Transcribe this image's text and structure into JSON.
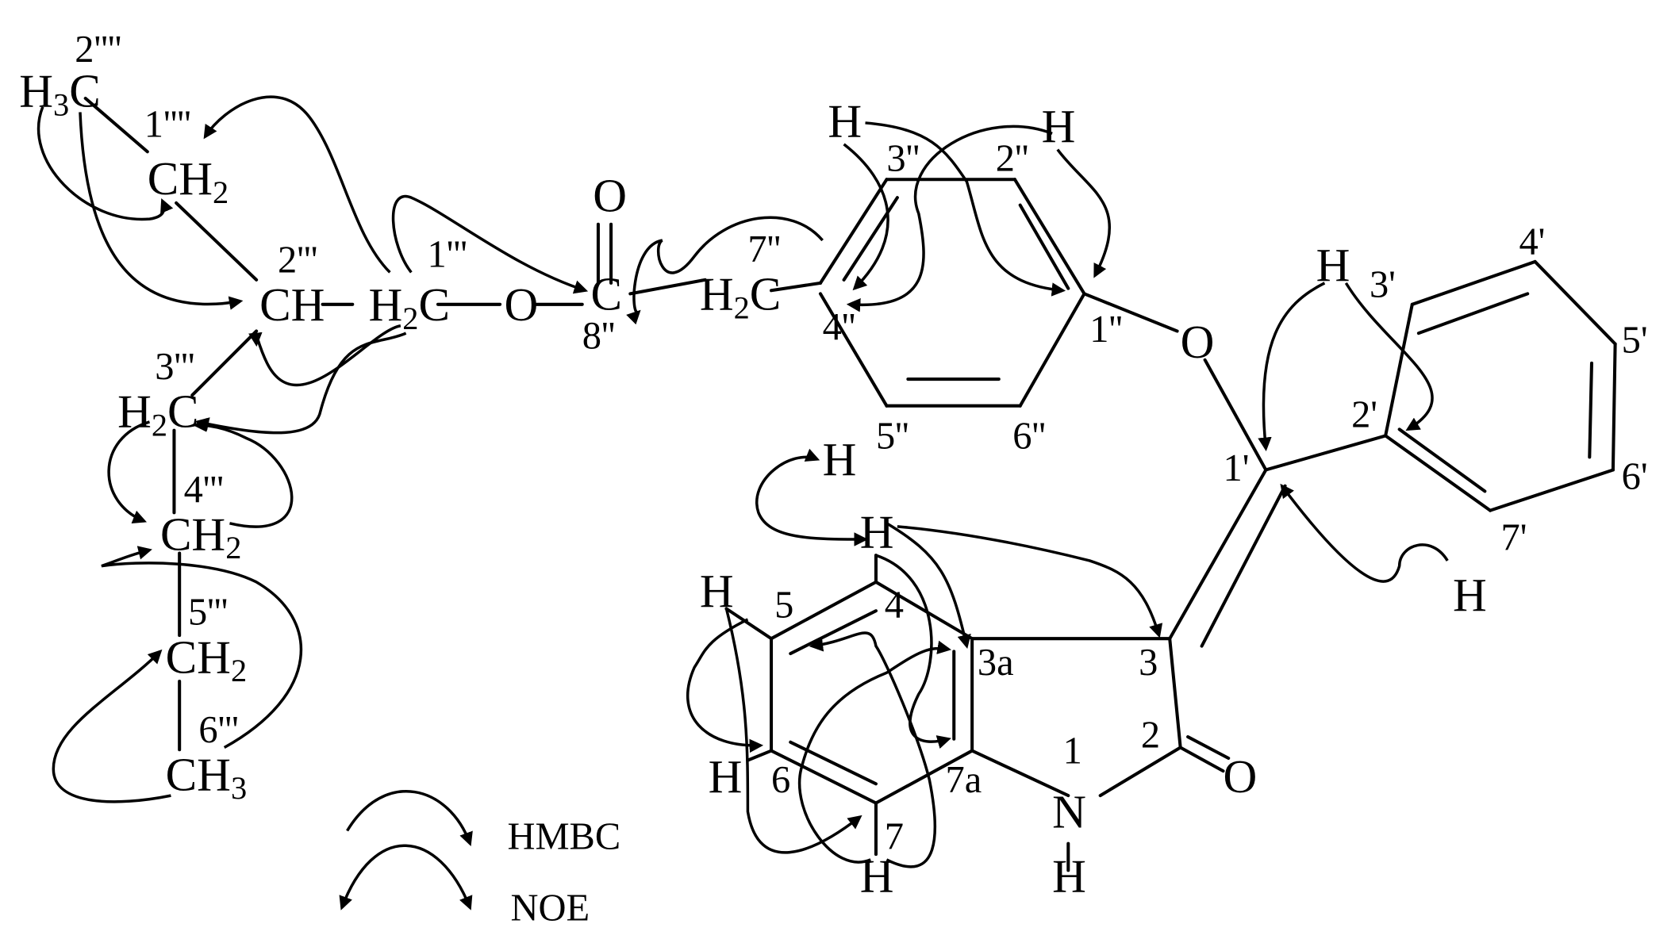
{
  "colors": {
    "ink": "#000000",
    "background": "#ffffff"
  },
  "chain": {
    "h3c_top": "H3C",
    "n2pppp": "2''''",
    "n1pppp": "1''''",
    "ch2_1pppp": "CH2",
    "ch_2ppp": "CH",
    "n2ppp": "2'''",
    "h2c_1ppp": "H2C",
    "n1ppp": "1'''",
    "o_ester": "O",
    "c_carbonyl": "C",
    "o_carbonyl": "O",
    "n8pp": "8''",
    "h2c_7pp": "H2C",
    "n7pp": "7''",
    "n3ppp": "3'''",
    "h2c_3ppp": "H2C",
    "n4ppp": "4'''",
    "ch2_4ppp": "CH2",
    "n5ppp": "5'''",
    "ch2_5ppp": "CH2",
    "n6ppp": "6'''",
    "ch3_6ppp": "CH3"
  },
  "phenoxy_ring": {
    "h_3pp": "H",
    "n3pp": "3''",
    "h_2pp": "H",
    "n2pp": "2''",
    "n4pp": "4''",
    "n1pp": "1''",
    "o_ether": "O",
    "h_5pp": "H",
    "n5pp": "5''",
    "n6pp": "6''"
  },
  "phenyl_ring": {
    "h_3p": "H",
    "n3p": "3'",
    "n4p": "4'",
    "n5p": "5'",
    "n2p": "2'",
    "n1p": "1'",
    "n6p": "6'",
    "n7p": "7'",
    "h_7p": "H"
  },
  "indolinone": {
    "h_4": "H",
    "n4": "4",
    "h_5": "H",
    "n5": "5",
    "n3a": "3a",
    "n3": "3",
    "n2": "2",
    "o_2": "O",
    "h_6": "H",
    "n6": "6",
    "n7a": "7a",
    "n1": "1",
    "n_atom": "N",
    "h_n": "H",
    "n7": "7",
    "h_7": "H"
  },
  "legend": {
    "hmbc": "HMBC",
    "noe": "NOE"
  }
}
